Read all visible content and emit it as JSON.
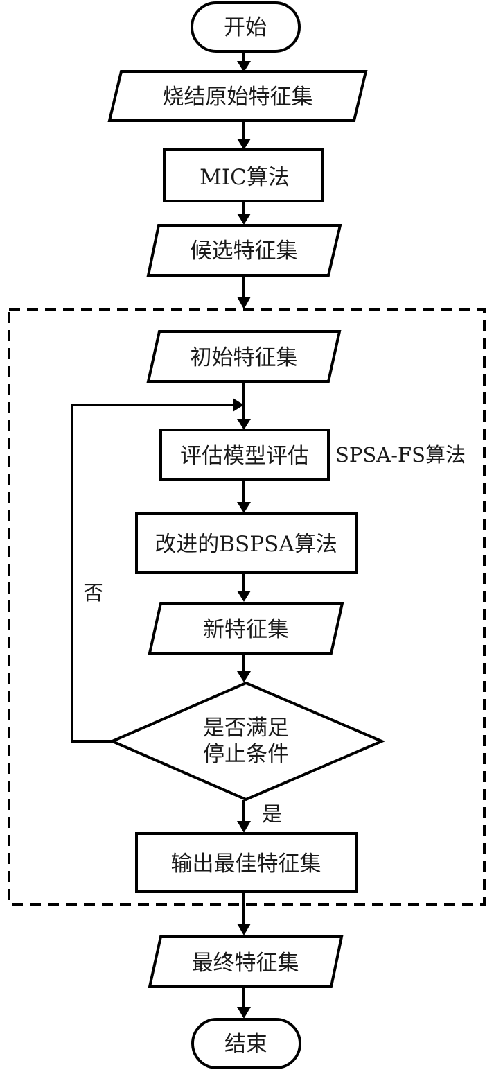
{
  "diagram": {
    "type": "flowchart",
    "nodes": {
      "start": {
        "shape": "terminator",
        "label": "开始"
      },
      "raw_features": {
        "shape": "parallelogram",
        "label": "烧结原始特征集"
      },
      "mic": {
        "shape": "process",
        "label": "MIC算法"
      },
      "candidate": {
        "shape": "parallelogram",
        "label": "候选特征集"
      },
      "initial": {
        "shape": "parallelogram",
        "label": "初始特征集"
      },
      "evaluate": {
        "shape": "process",
        "label": "评估模型评估"
      },
      "bspsa": {
        "shape": "process",
        "label": "改进的BSPSA算法"
      },
      "new_set": {
        "shape": "parallelogram",
        "label": "新特征集"
      },
      "decision": {
        "shape": "decision",
        "label_line1": "是否满足",
        "label_line2": "停止条件"
      },
      "output_best": {
        "shape": "process",
        "label": "输出最佳特征集"
      },
      "final": {
        "shape": "parallelogram",
        "label": "最终特征集"
      },
      "end": {
        "shape": "terminator",
        "label": "结束"
      }
    },
    "group": {
      "label": "SPSA-FS算法",
      "style": "dashed"
    },
    "edge_labels": {
      "no": "否",
      "yes": "是"
    },
    "edges": [
      [
        "start",
        "raw_features"
      ],
      [
        "raw_features",
        "mic"
      ],
      [
        "mic",
        "candidate"
      ],
      [
        "candidate",
        "initial"
      ],
      [
        "initial",
        "evaluate"
      ],
      [
        "evaluate",
        "bspsa"
      ],
      [
        "bspsa",
        "new_set"
      ],
      [
        "new_set",
        "decision"
      ],
      [
        "decision",
        "evaluate",
        "否"
      ],
      [
        "decision",
        "output_best",
        "是"
      ],
      [
        "output_best",
        "final"
      ],
      [
        "final",
        "end"
      ]
    ]
  }
}
